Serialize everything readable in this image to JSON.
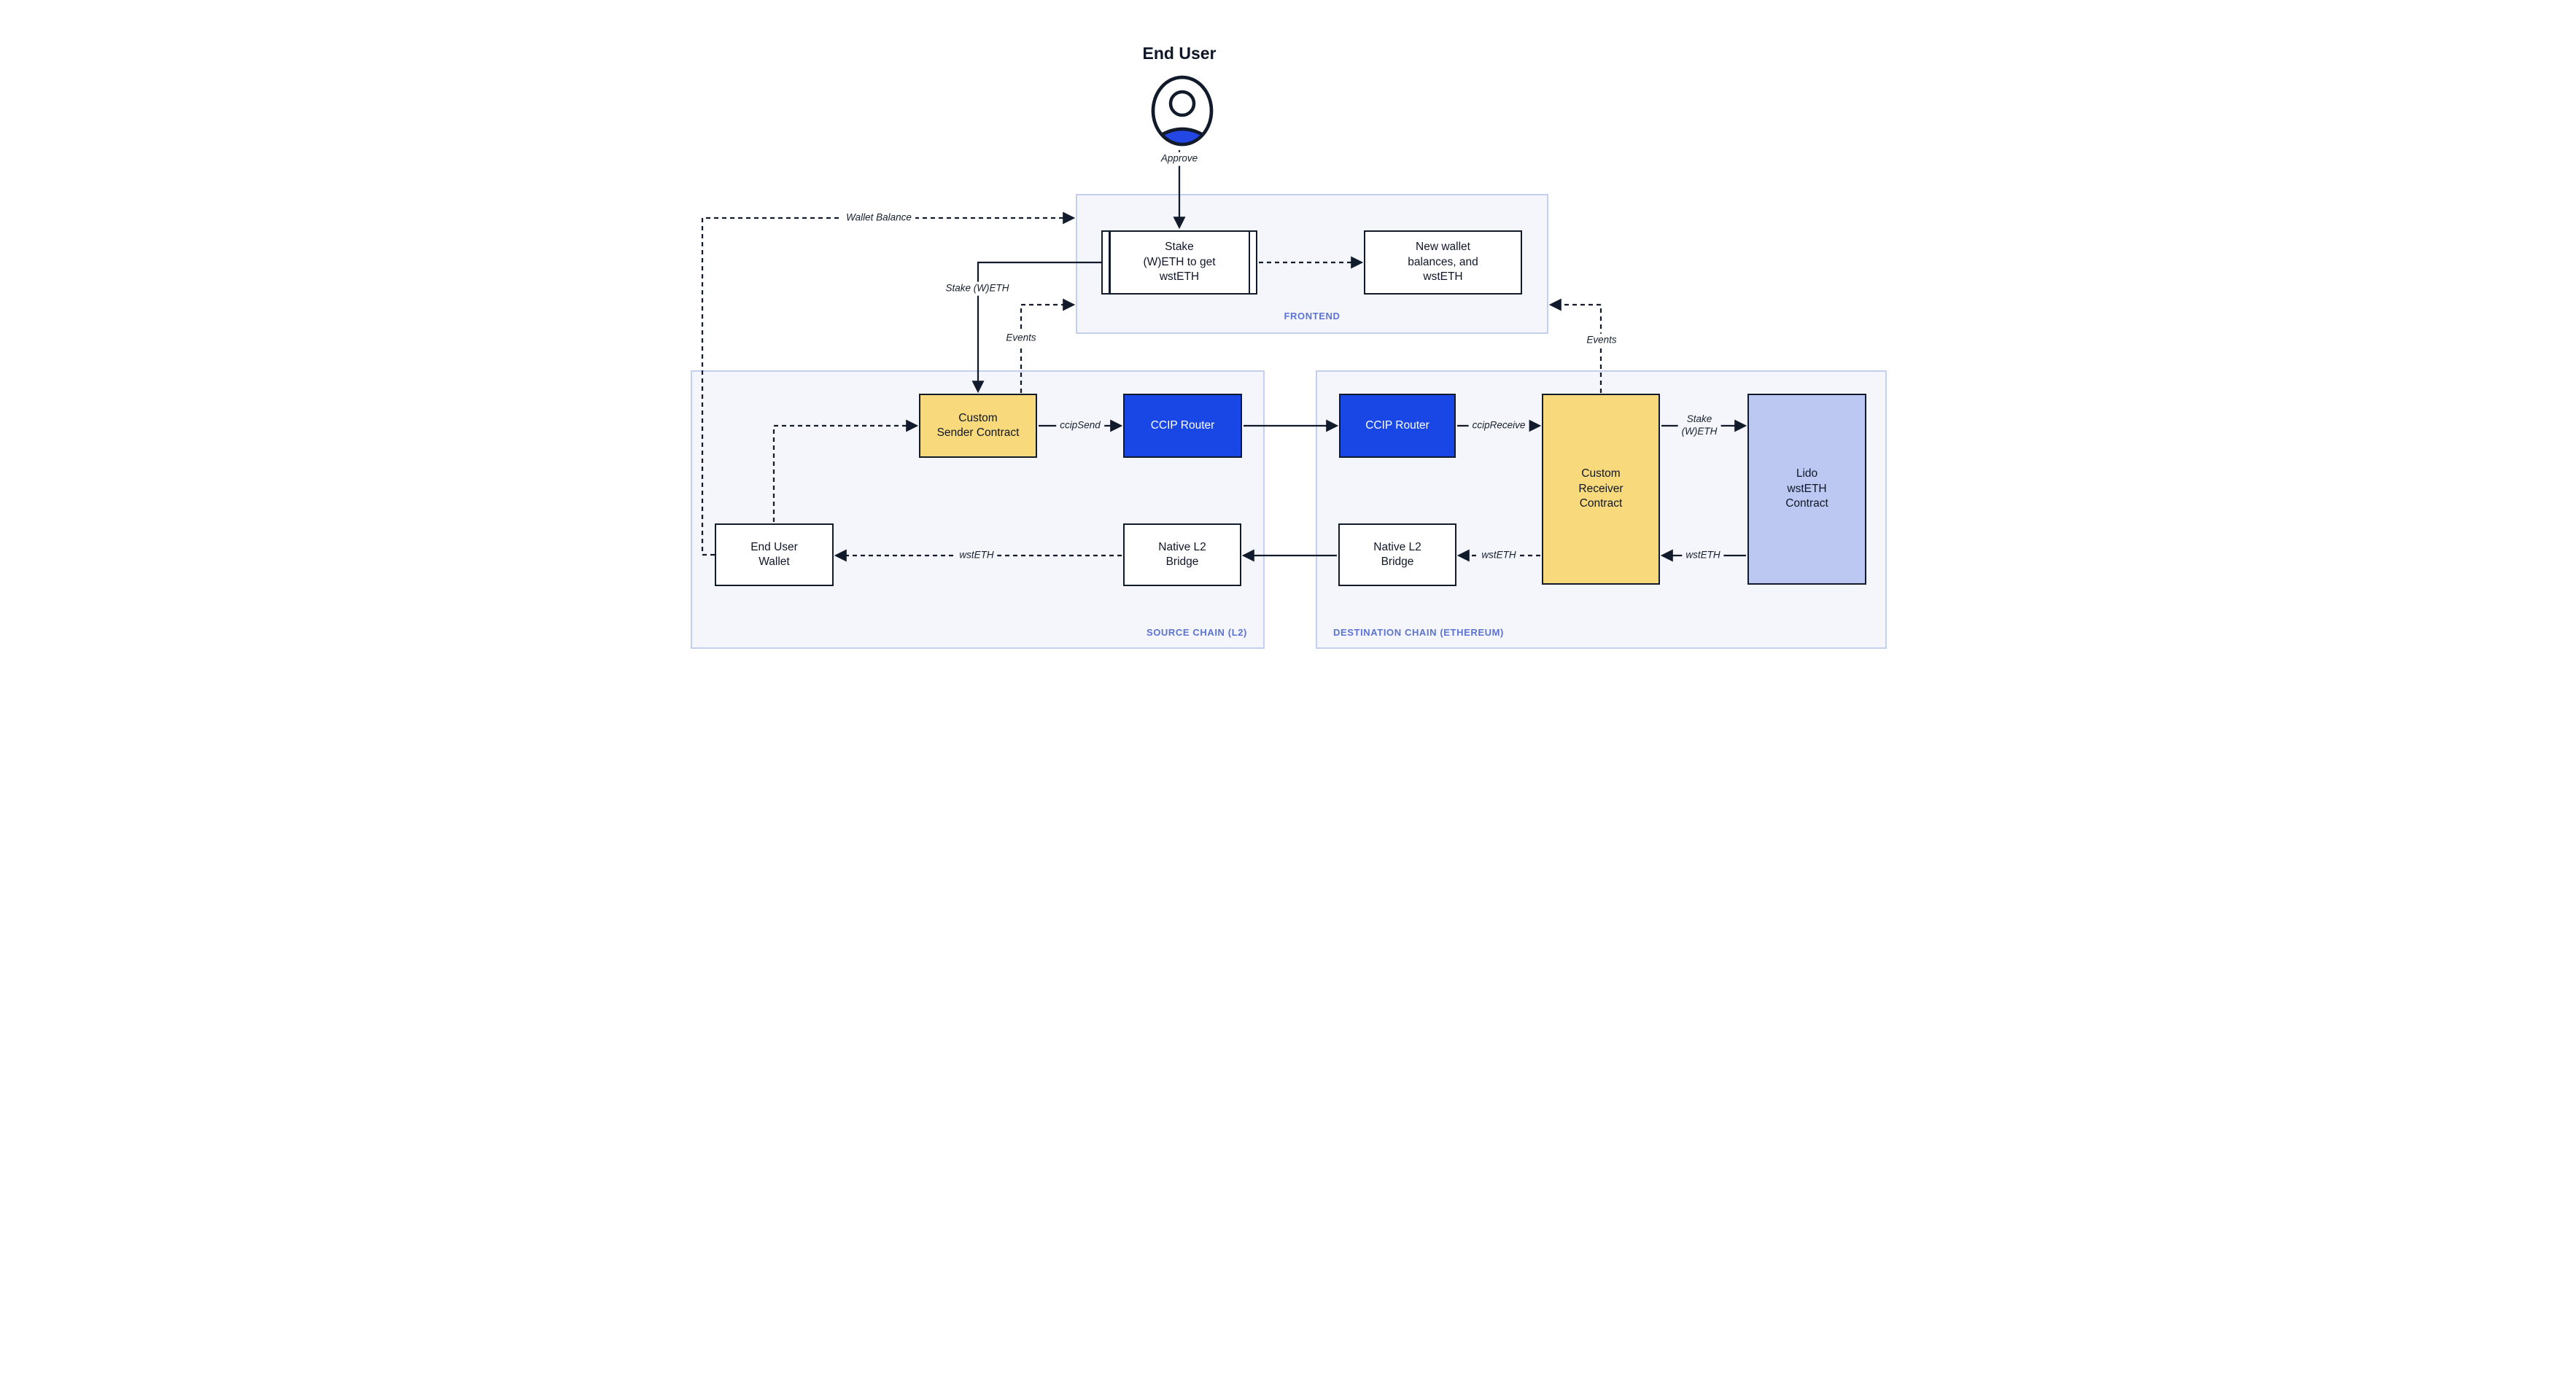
{
  "diagram_title": "End User",
  "end_user": {
    "title": "End User",
    "approve_label": "Approve"
  },
  "frontend": {
    "label": "FRONTEND",
    "stake_box": "Stake\n(W)ETH to get\nwstETH",
    "new_wallet_box": "New wallet\nbalances, and\nwstETH"
  },
  "source_chain": {
    "label": "SOURCE CHAIN (L2)",
    "sender_contract": "Custom\nSender Contract",
    "ccip_router": "CCIP Router",
    "end_user_wallet": "End User\nWallet",
    "native_bridge": "Native L2\nBridge"
  },
  "destination_chain": {
    "label": "DESTINATION CHAIN (ETHEREUM)",
    "ccip_router": "CCIP Router",
    "receiver_contract": "Custom\nReceiver\nContract",
    "lido_contract": "Lido\nwstETH\nContract",
    "native_bridge": "Native L2\nBridge"
  },
  "edge_labels": {
    "wallet_balance": "Wallet Balance",
    "stake_weth_left": "Stake (W)ETH",
    "events_left": "Events",
    "events_right": "Events",
    "ccip_send": "ccipSend",
    "ccip_receive": "ccipReceive",
    "stake_weth_right": "Stake\n(W)ETH",
    "wsteth_bridge_to_wallet": "wstETH",
    "wsteth_receiver_to_bridge": "wstETH",
    "wsteth_lido_to_receiver": "wstETH"
  },
  "colors": {
    "contract_yellow": "#f8d97c",
    "router_blue": "#1847e6",
    "lido_purple": "#bcc8f1",
    "container_fill": "#f5f6fb",
    "container_border": "#c5cff0",
    "label_blue": "#5b74d3",
    "line_dark": "#121b2b",
    "user_icon_blue": "#2347e5"
  }
}
